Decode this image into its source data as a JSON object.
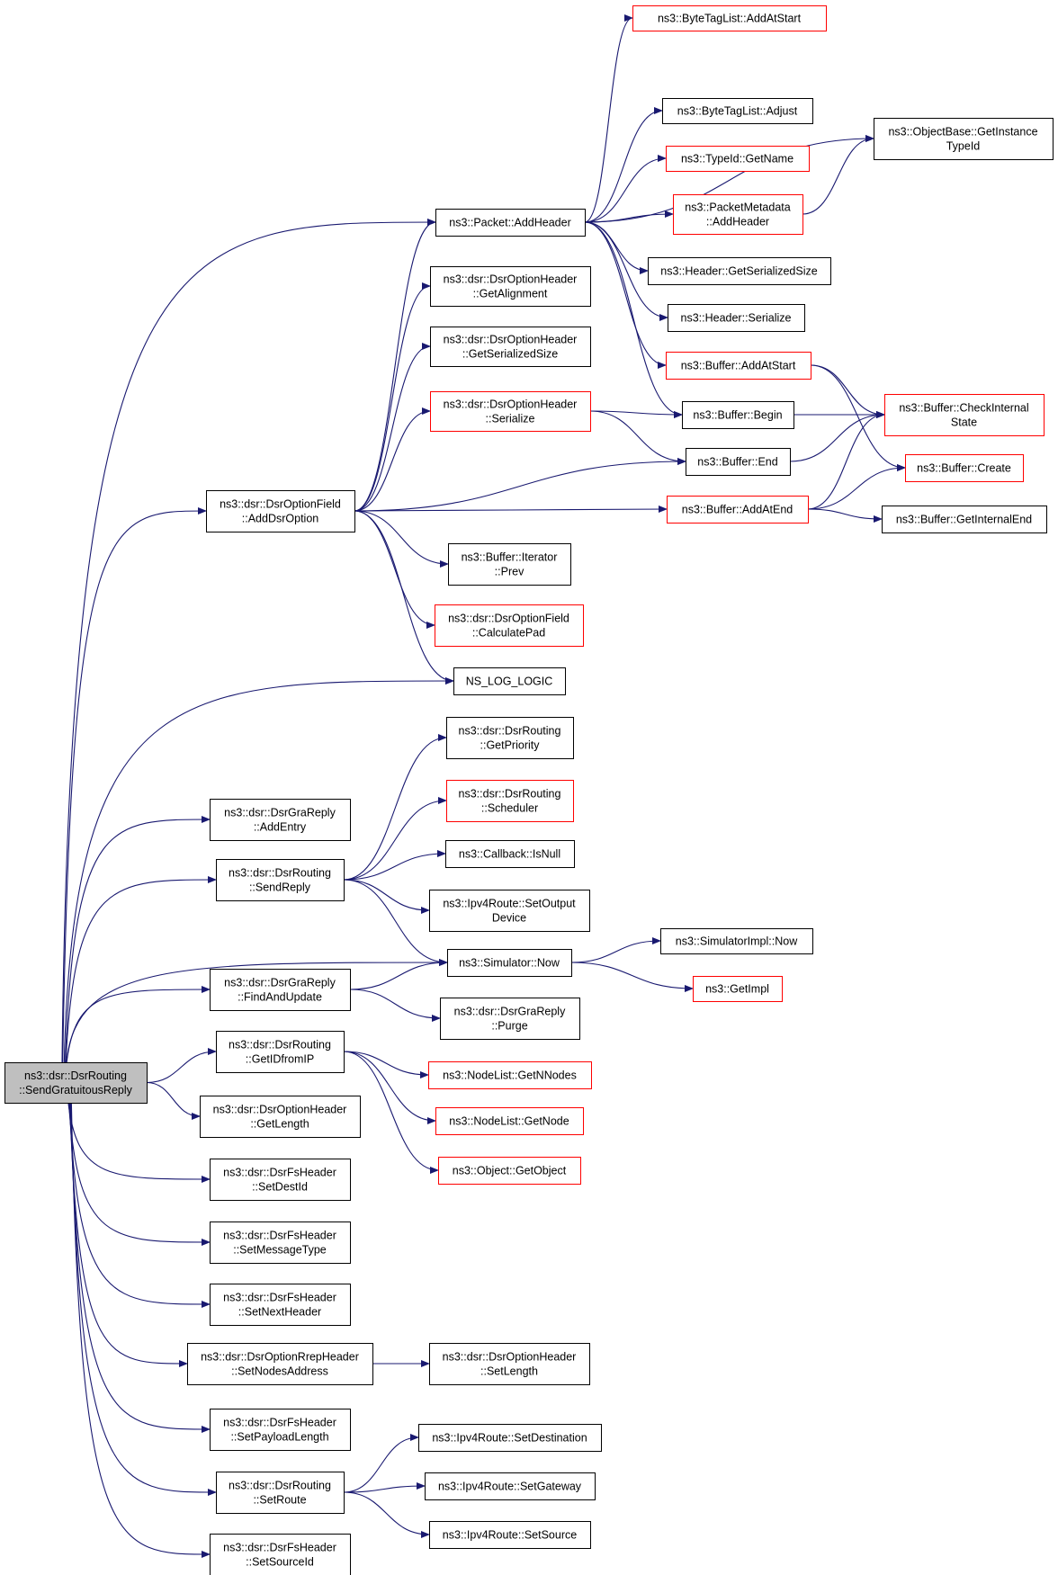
{
  "colors": {
    "edge": "#191970",
    "black_border": "#000000",
    "red_border": "#ff0000",
    "root_fill": "#bfbfbf"
  },
  "nodes": [
    {
      "id": "root",
      "lines": [
        "ns3::dsr::DsrRouting",
        "::SendGratuitousReply"
      ],
      "border": "black",
      "root": true
    },
    {
      "id": "bt_addatstart",
      "lines": [
        "ns3::ByteTagList::AddAtStart"
      ],
      "border": "red"
    },
    {
      "id": "bt_adjust",
      "lines": [
        "ns3::ByteTagList::Adjust"
      ],
      "border": "black"
    },
    {
      "id": "ob_gettypeid",
      "lines": [
        "ns3::ObjectBase::GetInstance",
        "TypeId"
      ],
      "border": "black"
    },
    {
      "id": "typeid_getname",
      "lines": [
        "ns3::TypeId::GetName"
      ],
      "border": "red"
    },
    {
      "id": "pm_addheader",
      "lines": [
        "ns3::PacketMetadata",
        "::AddHeader"
      ],
      "border": "red"
    },
    {
      "id": "packet_addheader",
      "lines": [
        "ns3::Packet::AddHeader"
      ],
      "border": "black"
    },
    {
      "id": "hdr_getsersize",
      "lines": [
        "ns3::Header::GetSerializedSize"
      ],
      "border": "black"
    },
    {
      "id": "doh_getalign",
      "lines": [
        "ns3::dsr::DsrOptionHeader",
        "::GetAlignment"
      ],
      "border": "black"
    },
    {
      "id": "hdr_serialize",
      "lines": [
        "ns3::Header::Serialize"
      ],
      "border": "black"
    },
    {
      "id": "doh_getsersize",
      "lines": [
        "ns3::dsr::DsrOptionHeader",
        "::GetSerializedSize"
      ],
      "border": "black"
    },
    {
      "id": "buf_addatstart",
      "lines": [
        "ns3::Buffer::AddAtStart"
      ],
      "border": "red"
    },
    {
      "id": "buf_checkinternal",
      "lines": [
        "ns3::Buffer::CheckInternal",
        "State"
      ],
      "border": "red"
    },
    {
      "id": "doh_serialize",
      "lines": [
        "ns3::dsr::DsrOptionHeader",
        "::Serialize"
      ],
      "border": "red"
    },
    {
      "id": "buf_begin",
      "lines": [
        "ns3::Buffer::Begin"
      ],
      "border": "black"
    },
    {
      "id": "buf_end",
      "lines": [
        "ns3::Buffer::End"
      ],
      "border": "black"
    },
    {
      "id": "buf_create",
      "lines": [
        "ns3::Buffer::Create"
      ],
      "border": "red"
    },
    {
      "id": "dof_adddsroption",
      "lines": [
        "ns3::dsr::DsrOptionField",
        "::AddDsrOption"
      ],
      "border": "black"
    },
    {
      "id": "buf_addatend",
      "lines": [
        "ns3::Buffer::AddAtEnd"
      ],
      "border": "red"
    },
    {
      "id": "buf_getinternalend",
      "lines": [
        "ns3::Buffer::GetInternalEnd"
      ],
      "border": "black"
    },
    {
      "id": "bufit_prev",
      "lines": [
        "ns3::Buffer::Iterator",
        "::Prev"
      ],
      "border": "black"
    },
    {
      "id": "dof_calcpad",
      "lines": [
        "ns3::dsr::DsrOptionField",
        "::CalculatePad"
      ],
      "border": "red"
    },
    {
      "id": "ns_log_logic",
      "lines": [
        "NS_LOG_LOGIC"
      ],
      "border": "black"
    },
    {
      "id": "dr_getpriority",
      "lines": [
        "ns3::dsr::DsrRouting",
        "::GetPriority"
      ],
      "border": "black"
    },
    {
      "id": "dr_scheduler",
      "lines": [
        "ns3::dsr::DsrRouting",
        "::Scheduler"
      ],
      "border": "red"
    },
    {
      "id": "dgr_addentry",
      "lines": [
        "ns3::dsr::DsrGraReply",
        "::AddEntry"
      ],
      "border": "black"
    },
    {
      "id": "cb_isnull",
      "lines": [
        "ns3::Callback::IsNull"
      ],
      "border": "black"
    },
    {
      "id": "dr_sendreply",
      "lines": [
        "ns3::dsr::DsrRouting",
        "::SendReply"
      ],
      "border": "black"
    },
    {
      "id": "ipv4_setoutput",
      "lines": [
        "ns3::Ipv4Route::SetOutput",
        "Device"
      ],
      "border": "black"
    },
    {
      "id": "simimpl_now",
      "lines": [
        "ns3::SimulatorImpl::Now"
      ],
      "border": "black"
    },
    {
      "id": "sim_now",
      "lines": [
        "ns3::Simulator::Now"
      ],
      "border": "black"
    },
    {
      "id": "dgr_findandupdate",
      "lines": [
        "ns3::dsr::DsrGraReply",
        "::FindAndUpdate"
      ],
      "border": "black"
    },
    {
      "id": "getimpl",
      "lines": [
        "ns3::GetImpl"
      ],
      "border": "red"
    },
    {
      "id": "dgr_purge",
      "lines": [
        "ns3::dsr::DsrGraReply",
        "::Purge"
      ],
      "border": "black"
    },
    {
      "id": "dr_getidfromip",
      "lines": [
        "ns3::dsr::DsrRouting",
        "::GetIDfromIP"
      ],
      "border": "black"
    },
    {
      "id": "nl_getnnodes",
      "lines": [
        "ns3::NodeList::GetNNodes"
      ],
      "border": "red"
    },
    {
      "id": "doh_getlength",
      "lines": [
        "ns3::dsr::DsrOptionHeader",
        "::GetLength"
      ],
      "border": "black"
    },
    {
      "id": "nl_getnode",
      "lines": [
        "ns3::NodeList::GetNode"
      ],
      "border": "red"
    },
    {
      "id": "obj_getobject",
      "lines": [
        "ns3::Object::GetObject"
      ],
      "border": "red"
    },
    {
      "id": "dfs_setdestid",
      "lines": [
        "ns3::dsr::DsrFsHeader",
        "::SetDestId"
      ],
      "border": "black"
    },
    {
      "id": "dfs_setmsgtype",
      "lines": [
        "ns3::dsr::DsrFsHeader",
        "::SetMessageType"
      ],
      "border": "black"
    },
    {
      "id": "dfs_setnexthdr",
      "lines": [
        "ns3::dsr::DsrFsHeader",
        "::SetNextHeader"
      ],
      "border": "black"
    },
    {
      "id": "dorr_setnodesaddr",
      "lines": [
        "ns3::dsr::DsrOptionRrepHeader",
        "::SetNodesAddress"
      ],
      "border": "black"
    },
    {
      "id": "doh_setlength",
      "lines": [
        "ns3::dsr::DsrOptionHeader",
        "::SetLength"
      ],
      "border": "black"
    },
    {
      "id": "dfs_setpayloadlen",
      "lines": [
        "ns3::dsr::DsrFsHeader",
        "::SetPayloadLength"
      ],
      "border": "black"
    },
    {
      "id": "ipv4_setdest",
      "lines": [
        "ns3::Ipv4Route::SetDestination"
      ],
      "border": "black"
    },
    {
      "id": "ipv4_setgateway",
      "lines": [
        "ns3::Ipv4Route::SetGateway"
      ],
      "border": "black"
    },
    {
      "id": "dr_setroute",
      "lines": [
        "ns3::dsr::DsrRouting",
        "::SetRoute"
      ],
      "border": "black"
    },
    {
      "id": "ipv4_setsource",
      "lines": [
        "ns3::Ipv4Route::SetSource"
      ],
      "border": "black"
    },
    {
      "id": "dfs_setsourceid",
      "lines": [
        "ns3::dsr::DsrFsHeader",
        "::SetSourceId"
      ],
      "border": "black"
    }
  ],
  "edges": [
    [
      "root",
      "packet_addheader"
    ],
    [
      "root",
      "dof_adddsroption"
    ],
    [
      "root",
      "ns_log_logic"
    ],
    [
      "root",
      "dgr_addentry"
    ],
    [
      "root",
      "dr_sendreply"
    ],
    [
      "root",
      "sim_now"
    ],
    [
      "root",
      "dgr_findandupdate"
    ],
    [
      "root",
      "dr_getidfromip"
    ],
    [
      "root",
      "doh_getlength"
    ],
    [
      "root",
      "dfs_setdestid"
    ],
    [
      "root",
      "dfs_setmsgtype"
    ],
    [
      "root",
      "dfs_setnexthdr"
    ],
    [
      "root",
      "dorr_setnodesaddr"
    ],
    [
      "root",
      "dfs_setpayloadlen"
    ],
    [
      "root",
      "dr_setroute"
    ],
    [
      "root",
      "dfs_setsourceid"
    ],
    [
      "packet_addheader",
      "bt_addatstart"
    ],
    [
      "packet_addheader",
      "ob_gettypeid"
    ],
    [
      "packet_addheader",
      "bt_adjust"
    ],
    [
      "packet_addheader",
      "typeid_getname"
    ],
    [
      "packet_addheader",
      "pm_addheader"
    ],
    [
      "packet_addheader",
      "hdr_getsersize"
    ],
    [
      "packet_addheader",
      "hdr_serialize"
    ],
    [
      "packet_addheader",
      "buf_addatstart"
    ],
    [
      "packet_addheader",
      "buf_begin"
    ],
    [
      "pm_addheader",
      "ob_gettypeid"
    ],
    [
      "buf_addatstart",
      "buf_checkinternal"
    ],
    [
      "buf_addatstart",
      "buf_create"
    ],
    [
      "buf_begin",
      "buf_checkinternal"
    ],
    [
      "buf_end",
      "buf_checkinternal"
    ],
    [
      "buf_addatend",
      "buf_checkinternal"
    ],
    [
      "buf_addatend",
      "buf_create"
    ],
    [
      "buf_addatend",
      "buf_getinternalend"
    ],
    [
      "doh_serialize",
      "buf_begin"
    ],
    [
      "doh_serialize",
      "buf_end"
    ],
    [
      "dof_adddsroption",
      "packet_addheader"
    ],
    [
      "dof_adddsroption",
      "doh_getalign"
    ],
    [
      "dof_adddsroption",
      "doh_getsersize"
    ],
    [
      "dof_adddsroption",
      "doh_serialize"
    ],
    [
      "dof_adddsroption",
      "buf_end"
    ],
    [
      "dof_adddsroption",
      "buf_addatend"
    ],
    [
      "dof_adddsroption",
      "bufit_prev"
    ],
    [
      "dof_adddsroption",
      "dof_calcpad"
    ],
    [
      "dof_adddsroption",
      "ns_log_logic"
    ],
    [
      "dr_sendreply",
      "dr_getpriority"
    ],
    [
      "dr_sendreply",
      "dr_scheduler"
    ],
    [
      "dr_sendreply",
      "cb_isnull"
    ],
    [
      "dr_sendreply",
      "ipv4_setoutput"
    ],
    [
      "dr_sendreply",
      "sim_now"
    ],
    [
      "sim_now",
      "simimpl_now"
    ],
    [
      "sim_now",
      "getimpl"
    ],
    [
      "dgr_findandupdate",
      "sim_now"
    ],
    [
      "dgr_findandupdate",
      "dgr_purge"
    ],
    [
      "dr_getidfromip",
      "nl_getnnodes"
    ],
    [
      "dr_getidfromip",
      "nl_getnode"
    ],
    [
      "dr_getidfromip",
      "obj_getobject"
    ],
    [
      "dorr_setnodesaddr",
      "doh_setlength"
    ],
    [
      "dr_setroute",
      "ipv4_setdest"
    ],
    [
      "dr_setroute",
      "ipv4_setgateway"
    ],
    [
      "dr_setroute",
      "ipv4_setsource"
    ]
  ]
}
